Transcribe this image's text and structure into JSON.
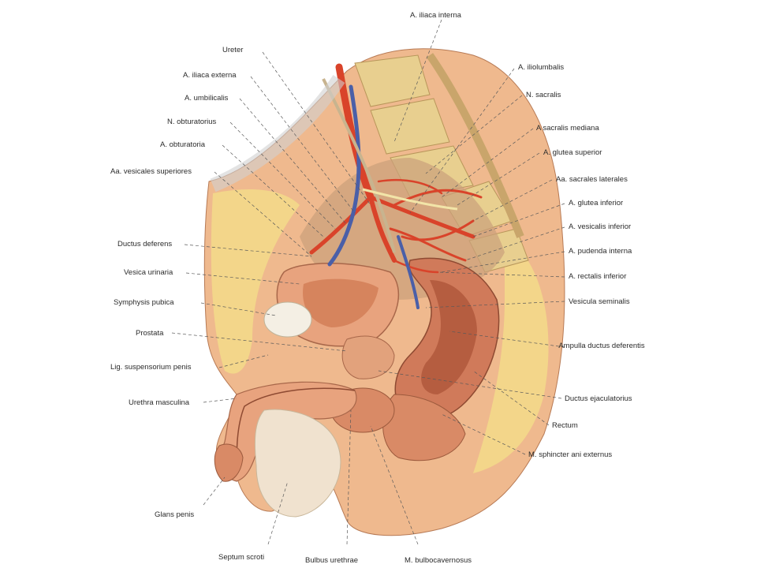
{
  "labels": {
    "a_iliaca_interna": "A. iliaca interna",
    "ureter": "Ureter",
    "a_iliaca_externa": "A. iliaca externa",
    "a_umbilicalis": "A. umbilicalis",
    "n_obturatorius": "N. obturatorius",
    "a_obturatoria": "A. obturatoria",
    "aa_vesicales_superiores": "Aa. vesicales superiores",
    "ductus_deferens": "Ductus deferens",
    "vesica_urinaria": "Vesica urinaria",
    "symphysis_pubica": "Symphysis pubica",
    "prostata": "Prostata",
    "lig_suspensorium_penis": "Lig. suspensorium penis",
    "urethra_masculina": "Urethra masculina",
    "glans_penis": "Glans penis",
    "septum_scroti": "Septum scroti",
    "bulbus_urethrae": "Bulbus urethrae",
    "m_bulbocavernosus": "M. bulbocavernosus",
    "a_iliolumbalis": "A. iliolumbalis",
    "n_sacralis": "N. sacralis",
    "a_sacralis_mediana": "A  sacralis mediana",
    "a_glutea_superior": "A. glutea superior",
    "aa_sacrales_laterales": "Aa. sacrales laterales",
    "a_glutea_inferior": "A. glutea inferior",
    "a_vesicalis_inferior": "A. vesicalis inferior",
    "a_pudenda_interna": "A. pudenda interna",
    "a_rectalis_inferior": "A. rectalis inferior",
    "vesicula_seminalis": "Vesicula seminalis",
    "ampulla_ductus_deferentis": "Ampulla ductus deferentis",
    "ductus_ejaculatorius": "Ductus ejaculatorius",
    "rectum": "Rectum",
    "m_sphincter_ani_externus": "M. sphincter ani externus"
  },
  "colors": {
    "artery": "#d9432a",
    "vein": "#4a5fa8",
    "skin": "#efb98e",
    "fat": "#f3d98a",
    "muscle": "#d98a66",
    "bone": "#e8cf8f",
    "bladder": "#e8a37e",
    "background": "#ffffff"
  }
}
